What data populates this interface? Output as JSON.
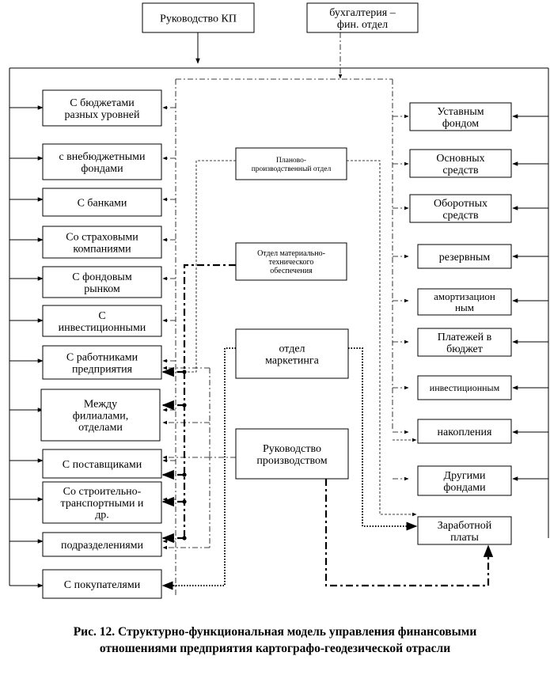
{
  "nodes": {
    "rukovodstvo_kp": {
      "lines": [
        "Руководство КП"
      ]
    },
    "buhgalteria": {
      "lines": [
        "бухгалтерия –",
        "фин. отдел"
      ]
    },
    "left": [
      {
        "id": "budget",
        "lines": [
          "С бюджетами",
          "разных уровней"
        ]
      },
      {
        "id": "vnebudget",
        "lines": [
          "с внебюджетными",
          "фондами"
        ]
      },
      {
        "id": "banks",
        "lines": [
          "С банками"
        ]
      },
      {
        "id": "insurance",
        "lines": [
          "Со страховыми",
          "компаниями"
        ]
      },
      {
        "id": "stock",
        "lines": [
          "С фондовым",
          "рынком"
        ]
      },
      {
        "id": "invest",
        "lines": [
          "С",
          "инвестиционными"
        ]
      },
      {
        "id": "workers",
        "lines": [
          "С работниками",
          "предприятия"
        ]
      },
      {
        "id": "branches",
        "lines": [
          "Между",
          "филиалами,",
          "отделами"
        ]
      },
      {
        "id": "suppliers",
        "lines": [
          "С поставщиками"
        ]
      },
      {
        "id": "construction",
        "lines": [
          "Со строительно-",
          "транспортными и",
          "др."
        ]
      },
      {
        "id": "subdivisions",
        "lines": [
          "подразделениями"
        ]
      },
      {
        "id": "buyers",
        "lines": [
          "С покупателями"
        ]
      }
    ],
    "middle": [
      {
        "id": "planning",
        "lines": [
          "Планово-",
          "производственный отдел"
        ]
      },
      {
        "id": "mto",
        "lines": [
          "Отдел материально-",
          "технического",
          "обеспечения"
        ]
      },
      {
        "id": "marketing",
        "lines": [
          "отдел",
          "маркетинга"
        ]
      },
      {
        "id": "production",
        "lines": [
          "Руководство",
          "производством"
        ]
      }
    ],
    "right": [
      {
        "id": "ustavnym",
        "lines": [
          "Уставным",
          "фондом"
        ]
      },
      {
        "id": "osnovnyh",
        "lines": [
          "Основных",
          "средств"
        ]
      },
      {
        "id": "oborotnyh",
        "lines": [
          "Оборотных",
          "средств"
        ]
      },
      {
        "id": "reserve",
        "lines": [
          "резервным"
        ]
      },
      {
        "id": "amort",
        "lines": [
          "амортизацион",
          "ным"
        ]
      },
      {
        "id": "payments",
        "lines": [
          "Платежей в",
          "бюджет"
        ]
      },
      {
        "id": "investfund",
        "lines": [
          "инвестиционным"
        ]
      },
      {
        "id": "accum",
        "lines": [
          "накопления"
        ]
      },
      {
        "id": "other",
        "lines": [
          "Другими",
          "фондами"
        ]
      },
      {
        "id": "salary",
        "lines": [
          "Заработной",
          "платы"
        ]
      }
    ]
  },
  "caption": {
    "line1": "Рис. 12. Структурно-функциональная модель управления финансовыми",
    "line2": "отношениями предприятия картографо-геодезической отрасли"
  }
}
